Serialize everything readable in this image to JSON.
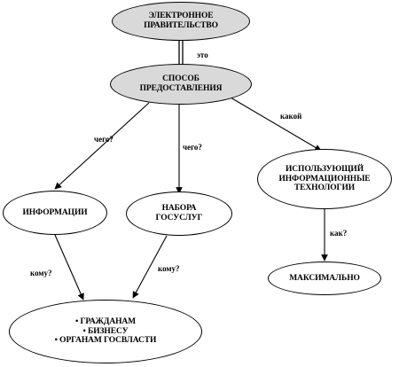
{
  "nodes": {
    "egov": {
      "lines": [
        "ЭЛЕКТРОННОЕ",
        "ПРАВИТЕЛЬСТВО"
      ]
    },
    "method": {
      "lines": [
        "СПОСОБ",
        "ПРЕДОСТАВЛЕНИЯ"
      ]
    },
    "info": {
      "lines": [
        "ИНФОРМАЦИИ"
      ]
    },
    "services": {
      "lines": [
        "НАБОРА",
        "ГОСУСЛУГ"
      ]
    },
    "tech": {
      "lines": [
        "ИСПОЛЬЗУЮЩИЙ",
        "ИНФОРМАЦИОННЫЕ",
        "ТЕХНОЛОГИИ"
      ]
    },
    "max": {
      "lines": [
        "МАКСИМАЛЬНО"
      ]
    },
    "recipients": {
      "lines": [
        "• ГРАЖДАНАМ",
        "• БИЗНЕСУ",
        "• ОРГАНАМ ГОСВЛАСТИ"
      ]
    }
  },
  "edge_labels": {
    "is": "это",
    "what_info": "чего?",
    "what_services": "чего?",
    "which": "какой",
    "how": "как?",
    "whom_info": "кому?",
    "whom_services": "кому?"
  }
}
